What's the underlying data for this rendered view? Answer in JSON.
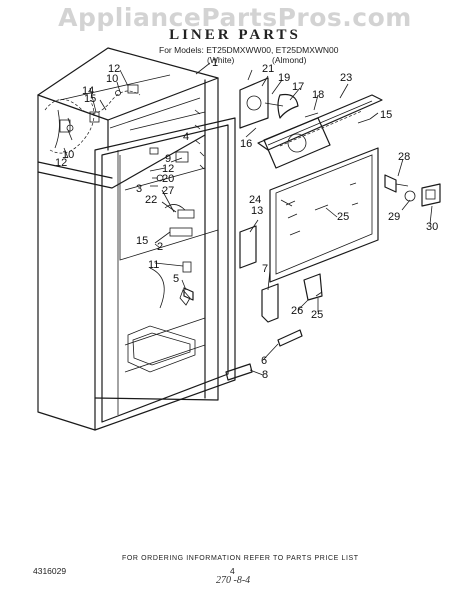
{
  "watermark": "AppliancePartsPros.com",
  "title": "LINER PARTS",
  "models_line": "For Models: ET25DMXWW00, ET25DMXWN00",
  "color_white": "(White)",
  "color_almond": "(Almond)",
  "footer": "FOR ORDERING INFORMATION REFER TO PARTS PRICE LIST",
  "part_number": "4316029",
  "page_number": "4",
  "handwritten_date": "270 -8-4",
  "callouts": [
    {
      "id": "c1",
      "text": "1"
    },
    {
      "id": "c2",
      "text": "2"
    },
    {
      "id": "c3",
      "text": "3"
    },
    {
      "id": "c4",
      "text": "4"
    },
    {
      "id": "c5",
      "text": "5"
    },
    {
      "id": "c6",
      "text": "6"
    },
    {
      "id": "c7",
      "text": "7"
    },
    {
      "id": "c8",
      "text": "8"
    },
    {
      "id": "c9",
      "text": "9"
    },
    {
      "id": "c10a",
      "text": "10"
    },
    {
      "id": "c10b",
      "text": "10"
    },
    {
      "id": "c11",
      "text": "11"
    },
    {
      "id": "c12a",
      "text": "12"
    },
    {
      "id": "c12b",
      "text": "12"
    },
    {
      "id": "c12c",
      "text": "12"
    },
    {
      "id": "c13",
      "text": "13"
    },
    {
      "id": "c14",
      "text": "14"
    },
    {
      "id": "c15a",
      "text": "15"
    },
    {
      "id": "c15b",
      "text": "15"
    },
    {
      "id": "c15c",
      "text": "15"
    },
    {
      "id": "c16",
      "text": "16"
    },
    {
      "id": "c17",
      "text": "17"
    },
    {
      "id": "c18",
      "text": "18"
    },
    {
      "id": "c19",
      "text": "19"
    },
    {
      "id": "c20",
      "text": "20"
    },
    {
      "id": "c21",
      "text": "21"
    },
    {
      "id": "c22",
      "text": "22"
    },
    {
      "id": "c23",
      "text": "23"
    },
    {
      "id": "c24",
      "text": "24"
    },
    {
      "id": "c25a",
      "text": "25"
    },
    {
      "id": "c25b",
      "text": "25"
    },
    {
      "id": "c26",
      "text": "26"
    },
    {
      "id": "c27",
      "text": "27"
    },
    {
      "id": "c28",
      "text": "28"
    },
    {
      "id": "c29",
      "text": "29"
    },
    {
      "id": "c30",
      "text": "30"
    }
  ]
}
